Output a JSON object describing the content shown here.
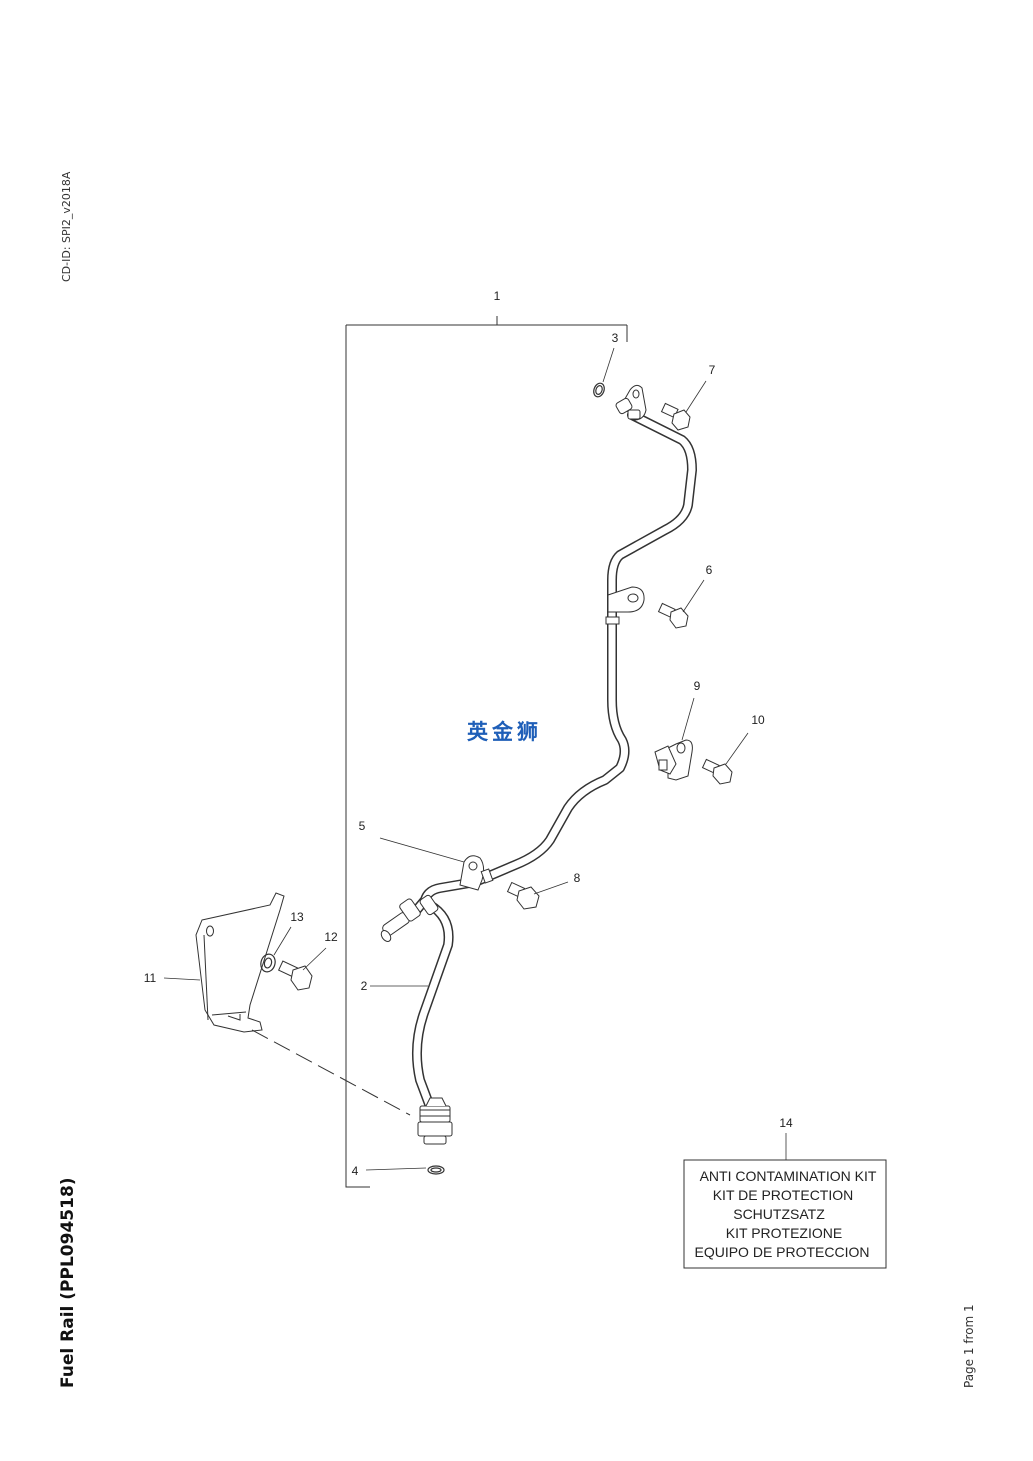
{
  "header": {
    "cd_id": "CD-ID: SPI2_v2018A"
  },
  "title": "Fuel Rail (PPL094518)",
  "footer": {
    "page": "Page 1 from 1"
  },
  "watermark": "英金狮",
  "callouts": [
    "1",
    "2",
    "3",
    "4",
    "5",
    "6",
    "7",
    "8",
    "9",
    "10",
    "11",
    "12",
    "13",
    "14"
  ],
  "kit_label": {
    "lines": [
      "ANTI CONTAMINATION KIT",
      "KIT DE PROTECTION",
      "SCHUTZSATZ",
      "KIT PROTEZIONE",
      "EQUIPO DE PROTECCION"
    ]
  },
  "colors": {
    "line": "#333333",
    "watermark": "#1f5fb8"
  }
}
